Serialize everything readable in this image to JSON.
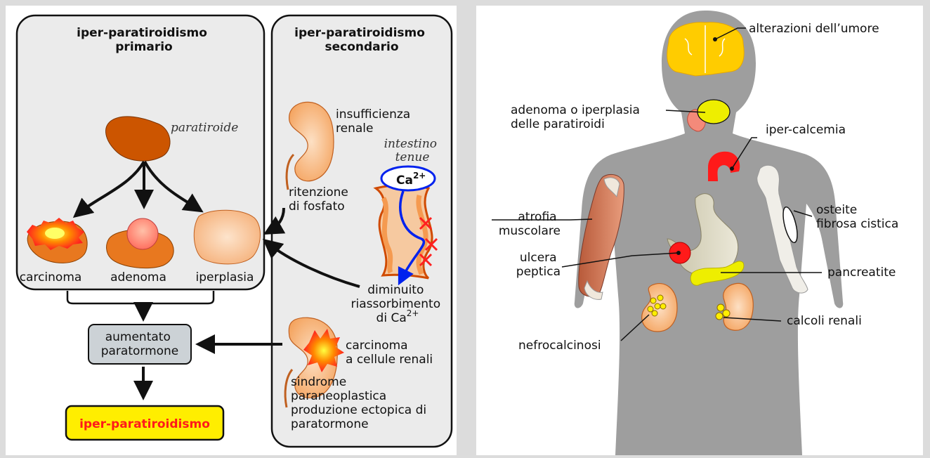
{
  "left": {
    "primary_title": [
      "iper-paratiroidismo",
      "primario"
    ],
    "secondary_title": [
      "iper-paratiroidismo",
      "secondario"
    ],
    "paratiroide": "paratiroide",
    "carcinoma": "carcinoma",
    "adenoma": "adenoma",
    "iperplasia": "iperplasia",
    "insufficienza": [
      "insufficienza",
      "renale"
    ],
    "intestino": [
      "intestino",
      "tenue"
    ],
    "calcium_ion": "Ca",
    "calcium_charge": "2+",
    "ritenzione": [
      "ritenzione",
      "di fosfato"
    ],
    "diminuito": [
      "diminuito",
      "riassorbimento",
      "di Ca"
    ],
    "carcinoma_renale": [
      "carcinoma",
      "a cellule renali"
    ],
    "sindrome": [
      "sindrome",
      "paraneoplastica",
      "produzione ectopica di",
      "paratormone"
    ],
    "aumentato": [
      "aumentato",
      "paratormone"
    ],
    "result": "iper-paratiroidismo"
  },
  "right": {
    "umore": "alterazioni dell’umore",
    "adenoma_paratiroidi": [
      "adenoma o iperplasia",
      "delle paratiroidi"
    ],
    "ipercalcemia": "iper-calcemia",
    "atrofia": [
      "atrofia",
      "muscolare"
    ],
    "osteite": [
      "osteite",
      "fibrosa cistica"
    ],
    "ulcera": [
      "ulcera",
      "peptica"
    ],
    "pancreatite": "pancreatite",
    "calcoli": "calcoli renali",
    "nefrocalcinosi": "nefrocalcinosi"
  },
  "colors": {
    "panel_bg": "#ffffff",
    "box_bg": "#ebebeb",
    "organ_orange": "#e8781f",
    "result_yellow": "#ffee00",
    "result_text": "#ff1a1a",
    "arrow_blue": "#0022ee",
    "body_gray": "#9e9e9e"
  }
}
